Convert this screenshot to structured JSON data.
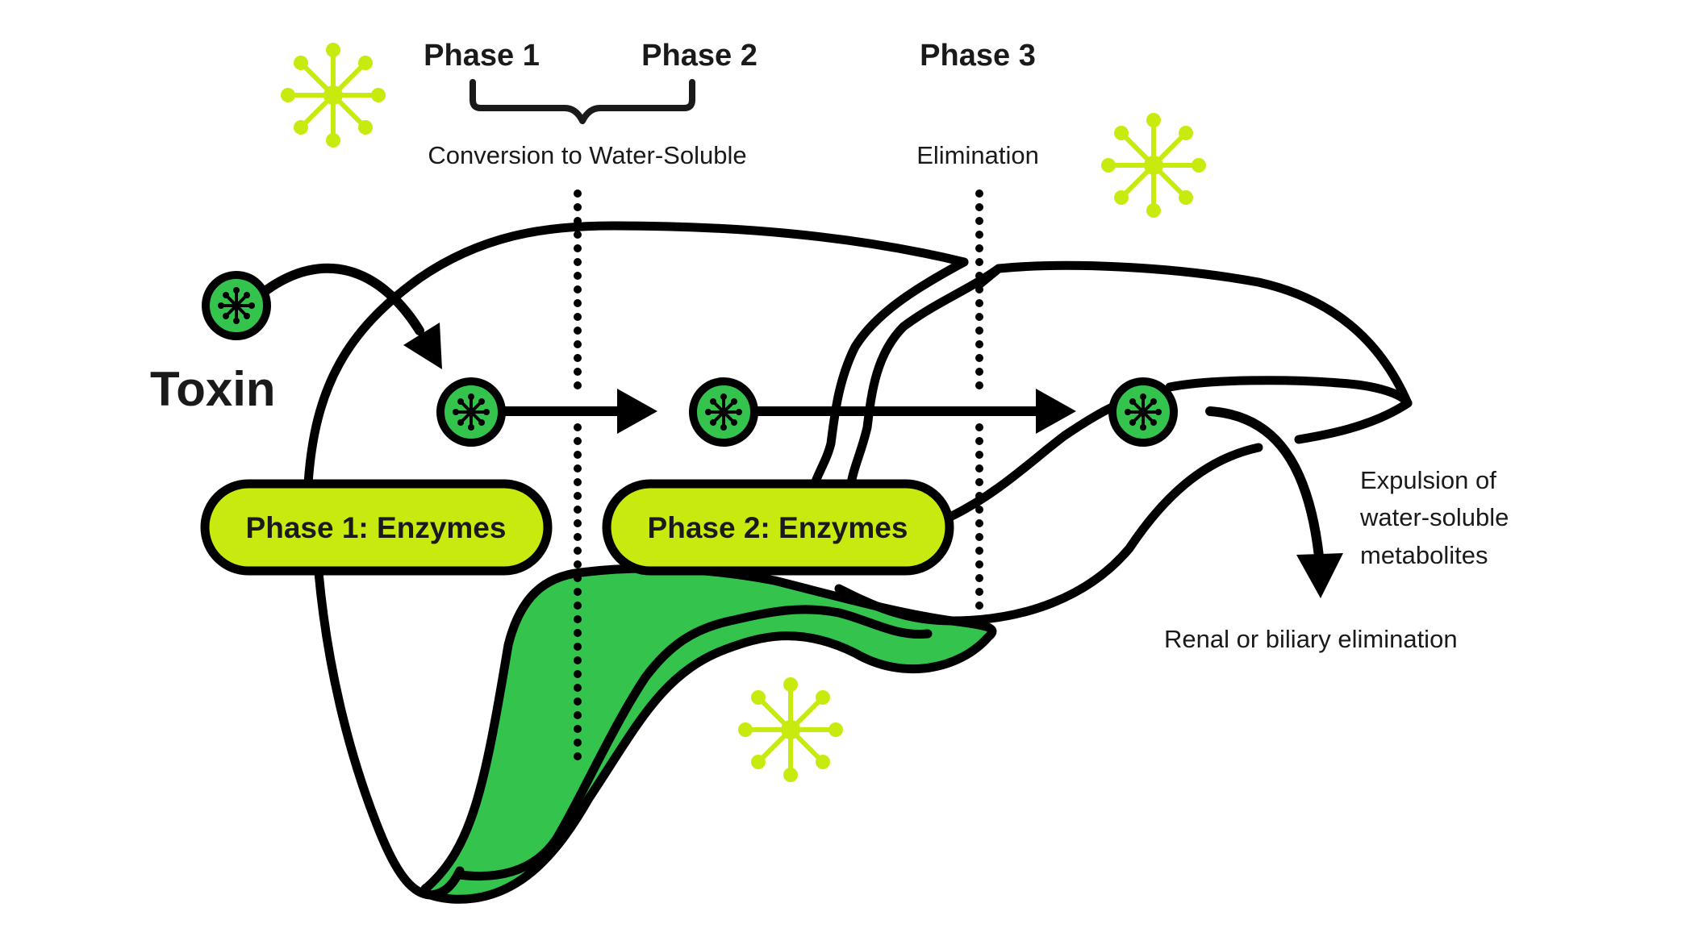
{
  "header": {
    "phase1": "Phase 1",
    "phase2": "Phase 2",
    "phase3": "Phase 3",
    "conversion": "Conversion to Water-Soluble",
    "elimination": "Elimination"
  },
  "toxin_label": "Toxin",
  "pills": {
    "phase1_enzymes": "Phase 1: Enzymes",
    "phase2_enzymes": "Phase 2: Enzymes"
  },
  "notes": {
    "expulsion_line1": "Expulsion of",
    "expulsion_line2": "water-soluble",
    "expulsion_line3": "metabolites",
    "renal": "Renal or biliary elimination"
  },
  "colors": {
    "liver_green": "#34c44e",
    "pill_yellow": "#c8ea0f",
    "molecule_green": "#34c44e",
    "sparkle_yellow": "#c8ea0f",
    "outline": "#000000"
  },
  "icons": [
    "toxin-molecule-icon",
    "sparkle-icon",
    "arrow-icon",
    "brace-icon"
  ]
}
